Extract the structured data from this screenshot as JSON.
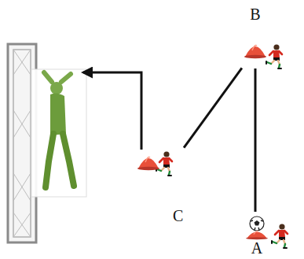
{
  "diagram": {
    "nodes": [
      {
        "text": [
          "B"
        ]
      },
      {
        "text": [
          "C"
        ]
      },
      {
        "text": [
          "A"
        ]
      }
    ],
    "edges": [
      {
        "from": 2,
        "to": 0,
        "arrow": "none"
      },
      {
        "from": 0,
        "to": 1,
        "arrow": "none"
      }
    ]
  }
}
